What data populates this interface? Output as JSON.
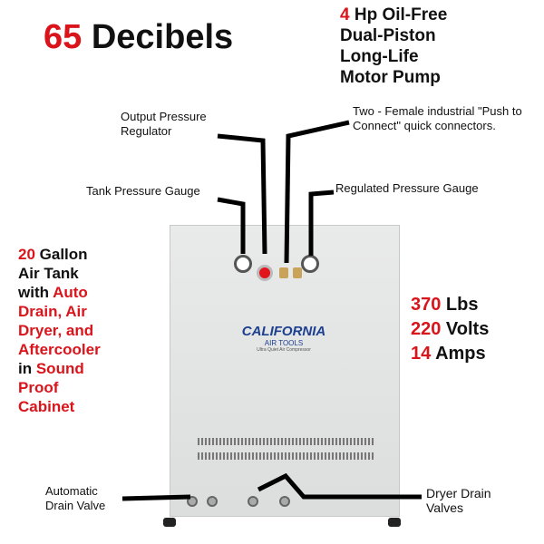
{
  "headline": {
    "number": "65",
    "text": " Decibels"
  },
  "motor": {
    "number": "4",
    "line1": " Hp Oil-Free",
    "line2": "Dual-Piston",
    "line3": "Long-Life",
    "line4": "Motor Pump"
  },
  "callouts": {
    "output_regulator": "Output Pressure Regulator",
    "connectors": "Two - Female industrial \"Push to Connect\" quick connectors.",
    "tank_gauge": "Tank Pressure Gauge",
    "regulated_gauge": "Regulated Pressure Gauge",
    "drain_valve": "Automatic Drain Valve",
    "dryer_drain": "Dryer Drain Valves"
  },
  "tank": {
    "n": "20",
    "t1": " Gallon",
    "t2": "Air Tank",
    "t3": "with ",
    "auto": "Auto",
    "drain": "Drain, Air",
    "dryer": "Dryer, and",
    "after": "Aftercooler",
    "in": "in ",
    "sound": "Sound",
    "proof": "Proof",
    "cabinet": "Cabinet"
  },
  "specs": [
    {
      "n": "370",
      "u": " Lbs"
    },
    {
      "n": "220",
      "u": " Volts"
    },
    {
      "n": "14",
      "u": " Amps"
    }
  ],
  "brand": {
    "name": "CALIFORNIA",
    "sub": "AIR TOOLS",
    "tagline": "Ultra Quiet Air Compressor"
  },
  "colors": {
    "accent": "#d9141b"
  }
}
